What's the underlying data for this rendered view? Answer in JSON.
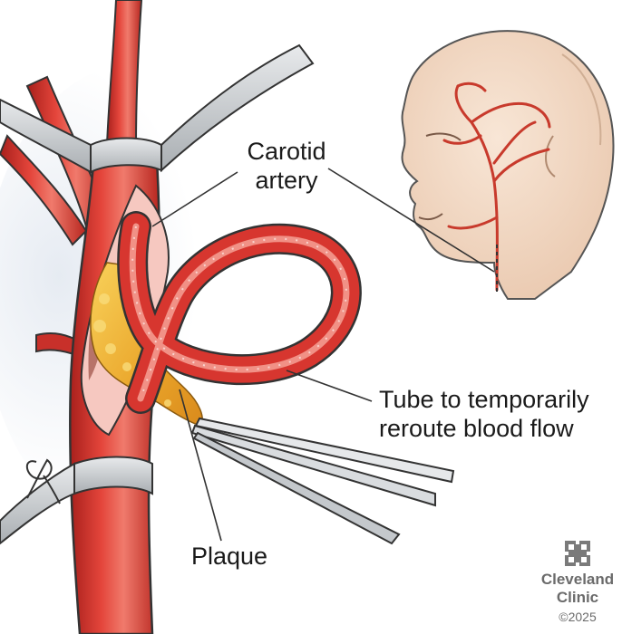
{
  "labels": {
    "carotid_line1": "Carotid",
    "carotid_line2": "artery",
    "tube_line1": "Tube to temporarily",
    "tube_line2": "reroute blood flow",
    "plaque": "Plaque"
  },
  "brand": {
    "name_line1": "Cleveland",
    "name_line2": "Clinic",
    "copyright": "©2025"
  },
  "icons": {
    "brand_logo": "cleveland-clinic-cross-icon",
    "signature": "artist-signature"
  },
  "colors": {
    "artery": "#d7362f",
    "artery_dark": "#9e1f1c",
    "artery_light": "#f49b90",
    "plaque": "#f2b531",
    "clamp": "#cfd3d6",
    "skin": "#f3dcc8",
    "outline": "#333333",
    "brand_gray": "#7a7a7a"
  }
}
